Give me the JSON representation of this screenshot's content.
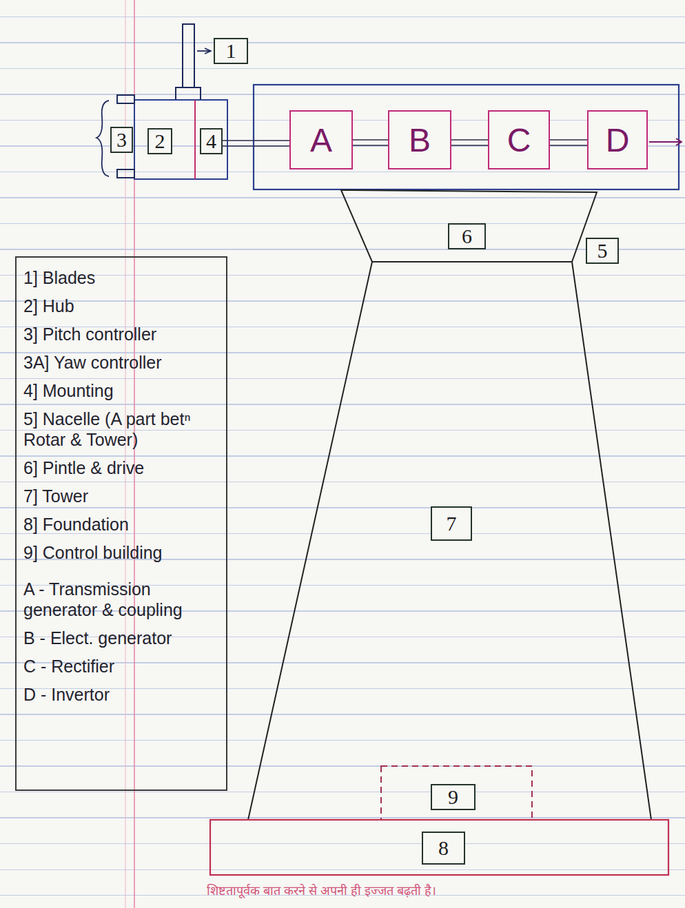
{
  "diagram": {
    "nodes": [
      {
        "text": [
          "1"
        ]
      },
      {
        "text": [
          "3"
        ]
      },
      {
        "text": [
          "2"
        ]
      },
      {
        "text": [
          "4"
        ]
      },
      {
        "text": [
          "A"
        ]
      },
      {
        "text": [
          "B"
        ]
      },
      {
        "text": [
          "C"
        ]
      },
      {
        "text": [
          "D"
        ]
      },
      {
        "text": [
          "6"
        ]
      },
      {
        "text": [
          "5"
        ]
      },
      {
        "text": [
          "1] Blades",
          "2] Hub",
          "3] Pitch controller",
          "3A] Yaw controller",
          "4] Mounting",
          "5] Nacelle (A part betⁿ Rotar & Tower)",
          "6] Pintle & drive",
          "7] Tower",
          "8] Foundation",
          "9] Control building",
          "A - Transmission generator & coupling",
          "B - Elect. generator",
          "C - Rectifier",
          "D - Invertor"
        ]
      },
      {
        "text": [
          "7"
        ]
      },
      {
        "text": [
          "9"
        ]
      },
      {
        "text": [
          "8"
        ]
      }
    ],
    "edges": [
      {
        "from": 3,
        "to": 4,
        "arrow": "none"
      },
      {
        "from": 4,
        "to": 5,
        "arrow": "none"
      },
      {
        "from": 5,
        "to": 6,
        "arrow": "none"
      },
      {
        "from": 6,
        "to": 7,
        "arrow": "none"
      }
    ],
    "labels": [
      "शिष्टतापूर्वक बात करने से अपनी ही इज्जत बढ़ती है।"
    ]
  }
}
